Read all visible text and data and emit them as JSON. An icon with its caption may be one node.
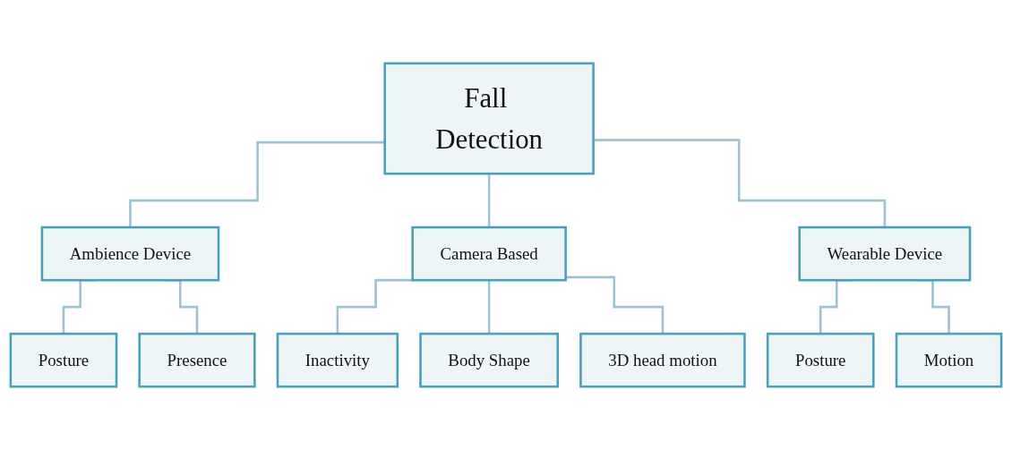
{
  "diagram": {
    "nodes": [
      {
        "text": [
          "Fall Detection"
        ]
      },
      {
        "text": [
          "Ambience Device"
        ]
      },
      {
        "text": [
          "Camera Based"
        ]
      },
      {
        "text": [
          "Wearable Device"
        ]
      },
      {
        "text": [
          "Posture"
        ]
      },
      {
        "text": [
          "Presence"
        ]
      },
      {
        "text": [
          "Inactivity"
        ]
      },
      {
        "text": [
          "Body Shape"
        ]
      },
      {
        "text": [
          "3D head motion"
        ]
      },
      {
        "text": [
          "Posture"
        ]
      },
      {
        "text": [
          "Motion"
        ]
      }
    ],
    "edges": [
      {
        "from": 0,
        "to": 1,
        "arrow": "none"
      },
      {
        "from": 0,
        "to": 2,
        "arrow": "none"
      },
      {
        "from": 0,
        "to": 3,
        "arrow": "none"
      },
      {
        "from": 1,
        "to": 4,
        "arrow": "none"
      },
      {
        "from": 1,
        "to": 5,
        "arrow": "none"
      },
      {
        "from": 2,
        "to": 6,
        "arrow": "none"
      },
      {
        "from": 2,
        "to": 7,
        "arrow": "none"
      },
      {
        "from": 2,
        "to": 8,
        "arrow": "none"
      },
      {
        "from": 3,
        "to": 9,
        "arrow": "none"
      },
      {
        "from": 3,
        "to": 10,
        "arrow": "none"
      }
    ]
  }
}
